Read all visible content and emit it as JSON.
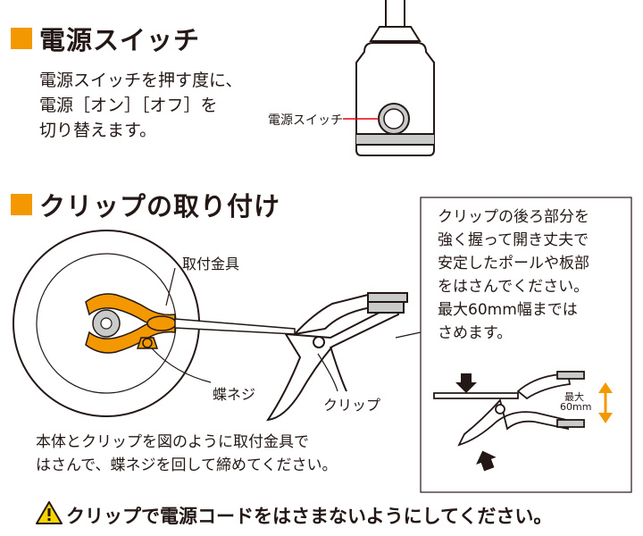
{
  "power": {
    "heading": "電源スイッチ",
    "description": "電源スイッチを押す度に、\n電源［オン］［オフ］を\n切り替えます。",
    "switch_label": "電源スイッチ"
  },
  "clip": {
    "heading": "クリップの取り付け",
    "bracket_label": "取付金具",
    "wing_screw_label": "蝶ネジ",
    "clip_label": "クリップ",
    "instruction": "本体とクリップを図のように取付金具で\nはさんで、蝶ネジを回して締めてください。",
    "callout_text": "クリップの後ろ部分を\n強く握って開き丈夫で\n安定したポールや板部\nをはさんでください。\n最大60mm幅までは\nさめます。",
    "max_label_line1": "最大",
    "max_label_line2": "60mm"
  },
  "warning": {
    "text": "クリップで電源コードをはさまないようにしてください。"
  },
  "colors": {
    "accent": "#f39800",
    "ink": "#231815",
    "gray": "#c9caca",
    "red_line": "#e60012"
  }
}
